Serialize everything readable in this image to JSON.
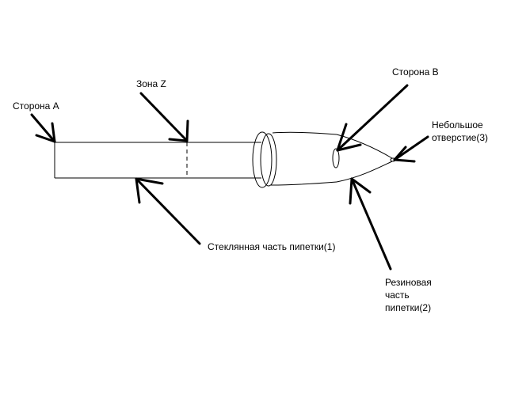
{
  "labels": {
    "side_a": "Сторона А",
    "zone_z": "Зона Z",
    "side_b": "Сторона В",
    "small_hole_line1": "Небольшое",
    "small_hole_line2": "отверстие(3)",
    "glass_part": "Стеклянная часть пипетки(1)",
    "rubber_line1": "Резиновая",
    "rubber_line2": "часть",
    "rubber_line3": "пипетки(2)"
  }
}
